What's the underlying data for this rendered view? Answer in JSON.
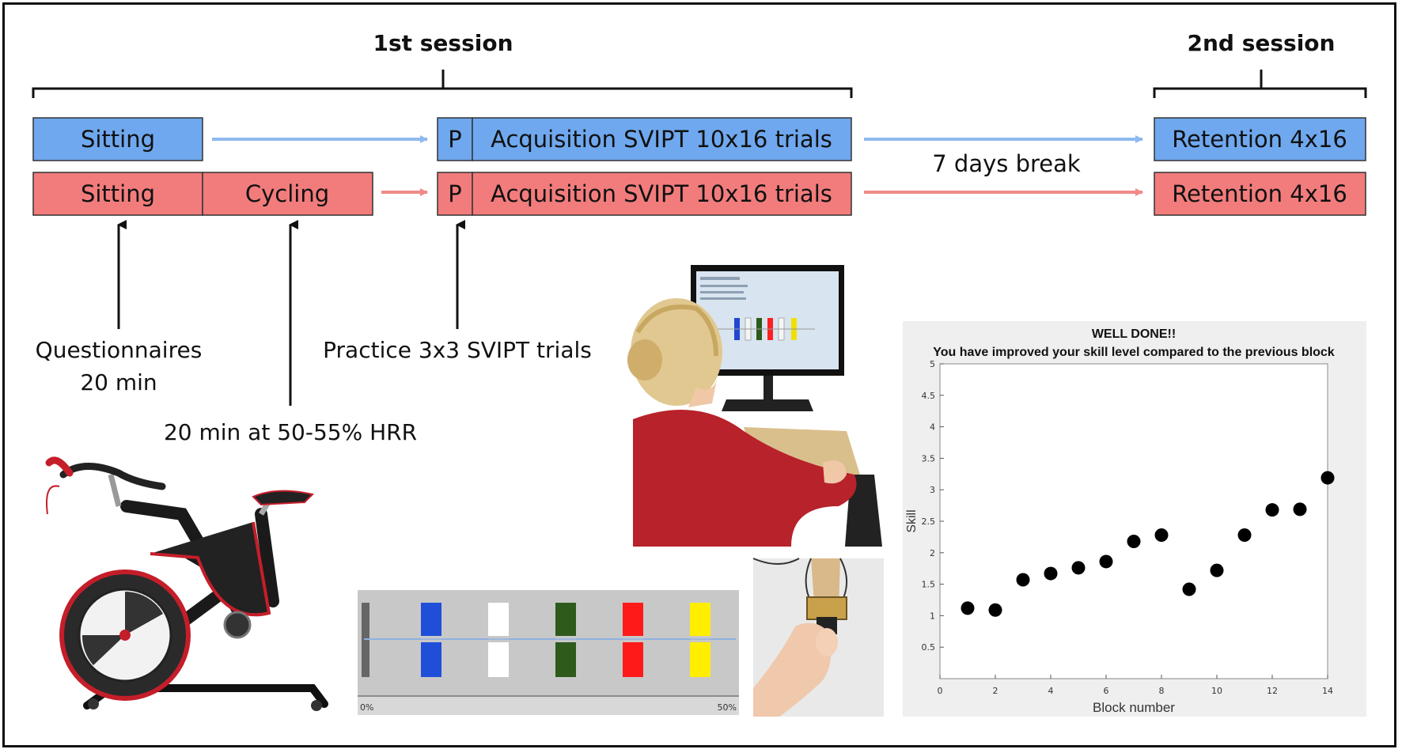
{
  "sessions": {
    "first": "1st session",
    "second": "2nd session"
  },
  "groups": {
    "control": {
      "color": "#6fa8ee",
      "boxes": [
        "Sitting",
        "P",
        "Acquisition SVIPT 10x16 trials",
        "Retention 4x16"
      ]
    },
    "exercise": {
      "color": "#f27c7c",
      "boxes": [
        "Sitting",
        "Cycling",
        "P",
        "Acquisition SVIPT 10x16 trials",
        "Retention 4x16"
      ]
    }
  },
  "break_label": "7 days break",
  "annotations": {
    "questionnaires": [
      "Questionnaires",
      "20 min"
    ],
    "cycling_intensity": "20 min at 50-55% HRR",
    "practice": "Practice 3x3 SVIPT trials"
  },
  "screen_panel": {
    "left_percent": "0%",
    "right_percent": "50%",
    "target_colors": [
      "#1f4fd8",
      "#ffffff",
      "#2e5a1c",
      "#ff1a1a",
      "#ffee00"
    ]
  },
  "icons": [
    "exercise-bike-icon",
    "participant-at-computer-icon",
    "force-transducer-hand-icon"
  ],
  "chart_data": {
    "type": "scatter",
    "title": [
      "WELL DONE!!",
      "You have improved your skill level compared to the previous block"
    ],
    "xlabel": "Block number",
    "ylabel": "Skill",
    "xlim": [
      0,
      14
    ],
    "ylim": [
      0,
      5
    ],
    "xticks": [
      0,
      2,
      4,
      6,
      8,
      10,
      12,
      14
    ],
    "yticks": [
      0.5,
      1,
      1.5,
      2,
      2.5,
      3,
      3.5,
      4,
      4.5,
      5
    ],
    "x": [
      1,
      2,
      3,
      4,
      5,
      6,
      7,
      8,
      9,
      10,
      11,
      12,
      13,
      14
    ],
    "y": [
      1.12,
      1.09,
      1.57,
      1.67,
      1.76,
      1.86,
      2.18,
      2.28,
      1.42,
      1.72,
      2.28,
      2.68,
      2.69,
      3.19
    ],
    "grid": false
  }
}
